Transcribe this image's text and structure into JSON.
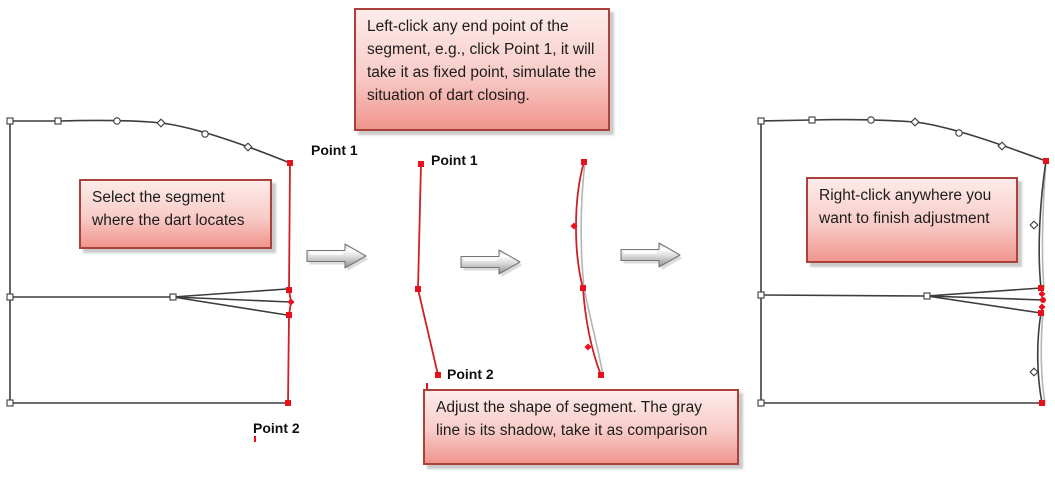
{
  "colors": {
    "background": "#ffffff",
    "outline": "#3d3d3d",
    "segment_red": "#cf2027",
    "marker_red": "#e8101c",
    "shadow_gray": "#b5b5b5",
    "callout_border": "#a8423b",
    "callout_bg_top": "#fdecea",
    "callout_bg_mid": "#f8cbc7",
    "callout_bg_bottom": "#f0958e",
    "callout_text": "#1c1c1c",
    "label_text": "#101010",
    "arrow_border": "#767676"
  },
  "callouts": {
    "top": {
      "text": "Left-click any end point of the segment, e.g., click Point 1, it will take it as fixed point, simulate the situation of dart closing."
    },
    "left": {
      "text": "Select the segment where the dart locates"
    },
    "bottom": {
      "text": "Adjust the shape of segment. The gray line is its shadow, take it as comparison"
    },
    "right": {
      "text": "Right-click anywhere you want to finish adjustment"
    }
  },
  "point_labels": {
    "left_shape_point1": "Point 1",
    "left_shape_point2": "Point 2",
    "segment_point1": "Point 1",
    "segment_point2": "Point 2"
  }
}
